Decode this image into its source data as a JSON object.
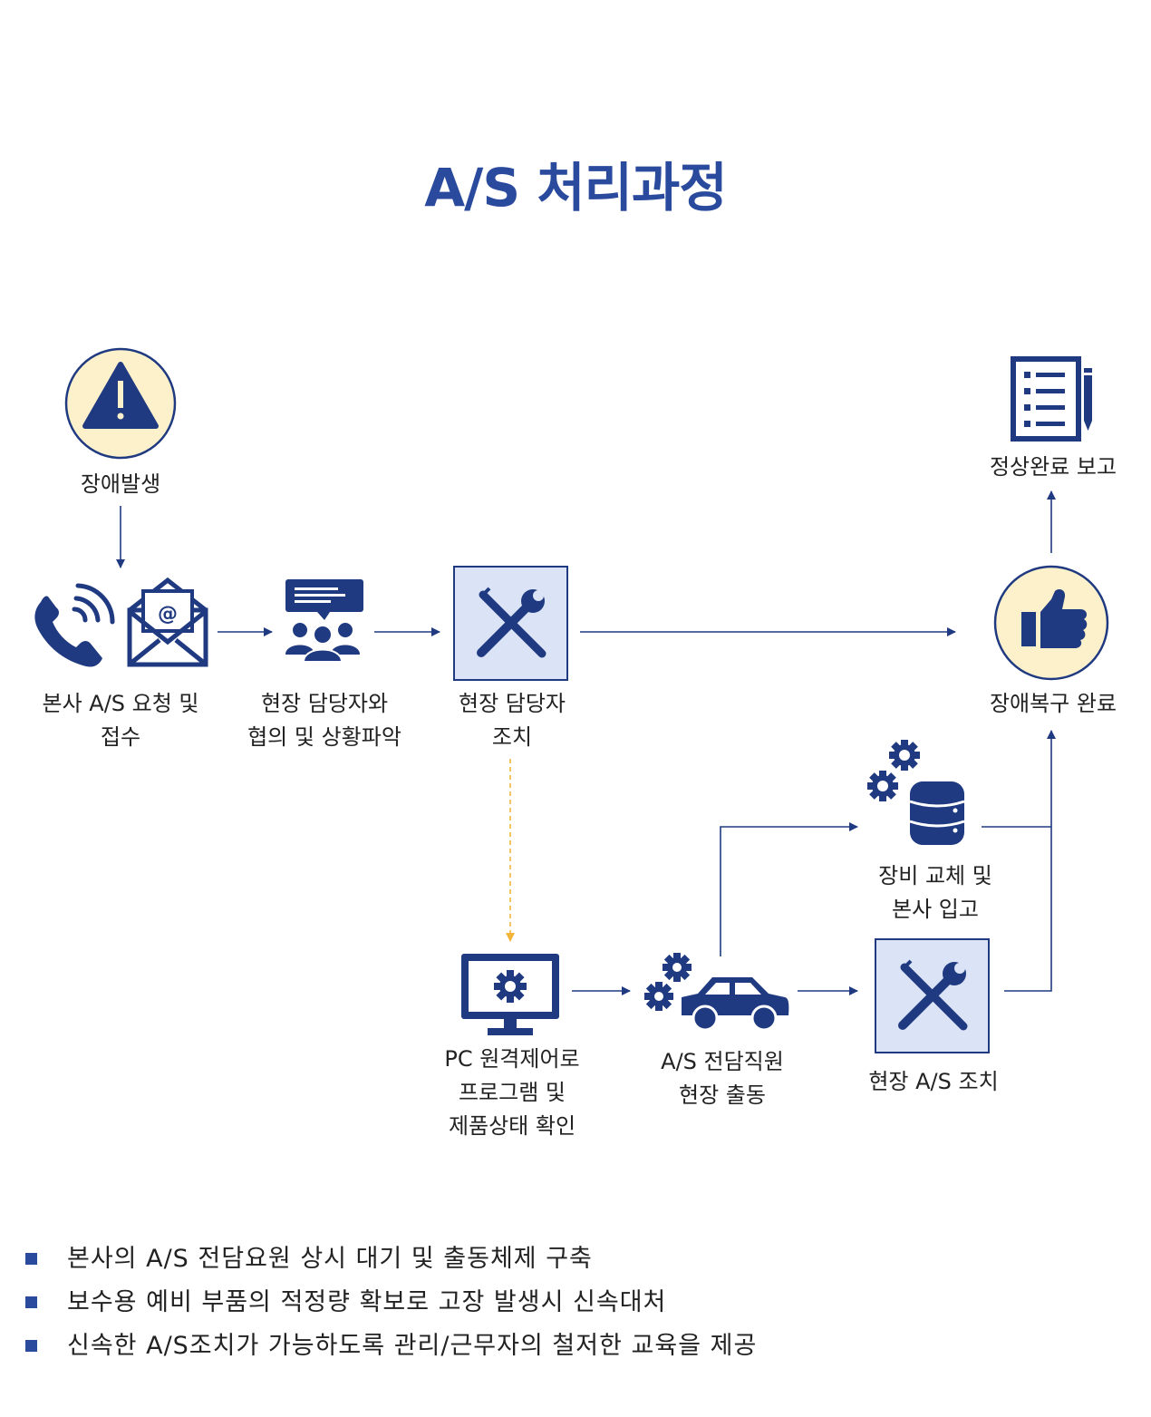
{
  "title": "A/S 처리과정",
  "colors": {
    "primary": "#1f3a80",
    "accent_circle_fill": "#fdf1cc",
    "box_fill": "#dbe3f7",
    "dashed_arrow": "#f2b53a",
    "bullet": "#2a4a9e"
  },
  "nodes": {
    "fault": {
      "icon": "warning-icon",
      "label": "장애발생"
    },
    "request": {
      "icon": "phone-email-icon",
      "label_line1": "본사 A/S 요청 및",
      "label_line2": "접수"
    },
    "consult": {
      "icon": "meeting-icon",
      "label_line1": "현장 담당자와",
      "label_line2": "협의 및 상황파악"
    },
    "onsite_action": {
      "icon": "tools-icon",
      "label_line1": "현장 담당자",
      "label_line2": "조치"
    },
    "remote": {
      "icon": "monitor-gear-icon",
      "label_line1": "PC 원격제어로",
      "label_line2": "프로그램 및",
      "label_line3": "제품상태 확인"
    },
    "dispatch": {
      "icon": "car-gear-icon",
      "label_line1": "A/S 전담직원",
      "label_line2": "현장 출동"
    },
    "replace": {
      "icon": "database-gear-icon",
      "label_line1": "장비 교체 및",
      "label_line2": "본사 입고"
    },
    "field_as": {
      "icon": "tools-icon",
      "label": "현장 A/S 조치"
    },
    "recovered": {
      "icon": "thumbs-up-icon",
      "label": "장애복구 완료"
    },
    "report": {
      "icon": "checklist-icon",
      "label": "정상완료 보고"
    }
  },
  "bullets": [
    "본사의 A/S 전담요원 상시 대기 및 출동체제 구축",
    "보수용 예비 부품의 적정량 확보로 고장 발생시 신속대처",
    "신속한 A/S조치가 가능하도록 관리/근무자의 철저한 교육을 제공"
  ]
}
